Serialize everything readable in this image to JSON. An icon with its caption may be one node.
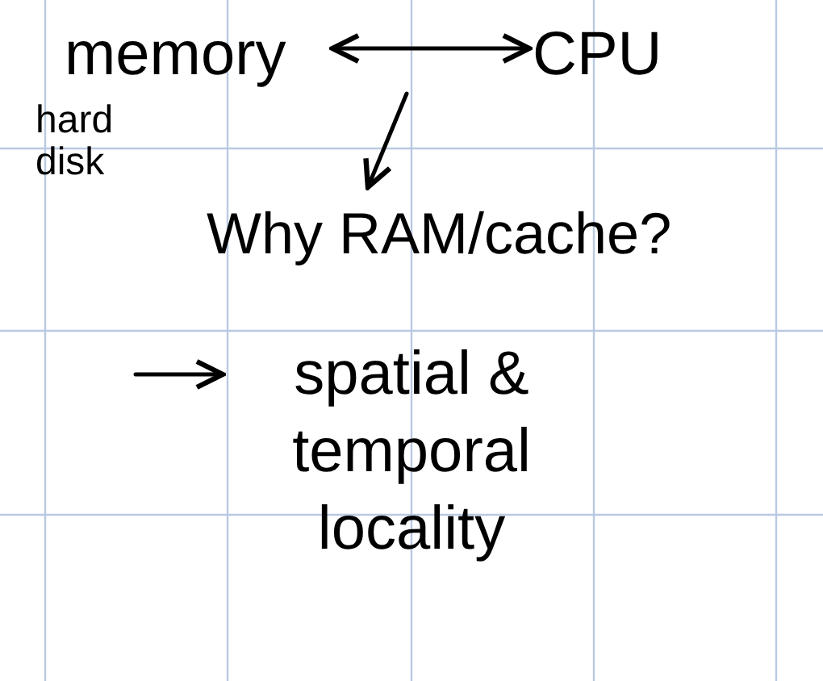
{
  "diagram": {
    "nodes": [
      {
        "text": [
          "memory"
        ]
      },
      {
        "text": [
          "CPU"
        ]
      },
      {
        "text": [
          "Why RAM/cache?"
        ]
      },
      {
        "text": [
          "spatial & temporal locality"
        ]
      }
    ],
    "edges": [
      {
        "from": 0,
        "to": 1,
        "arrow": "both"
      },
      {
        "from": null,
        "to": 2,
        "arrow": "to"
      },
      {
        "from": null,
        "to": 3,
        "arrow": "to"
      }
    ],
    "labels": [
      "hard disk"
    ]
  }
}
